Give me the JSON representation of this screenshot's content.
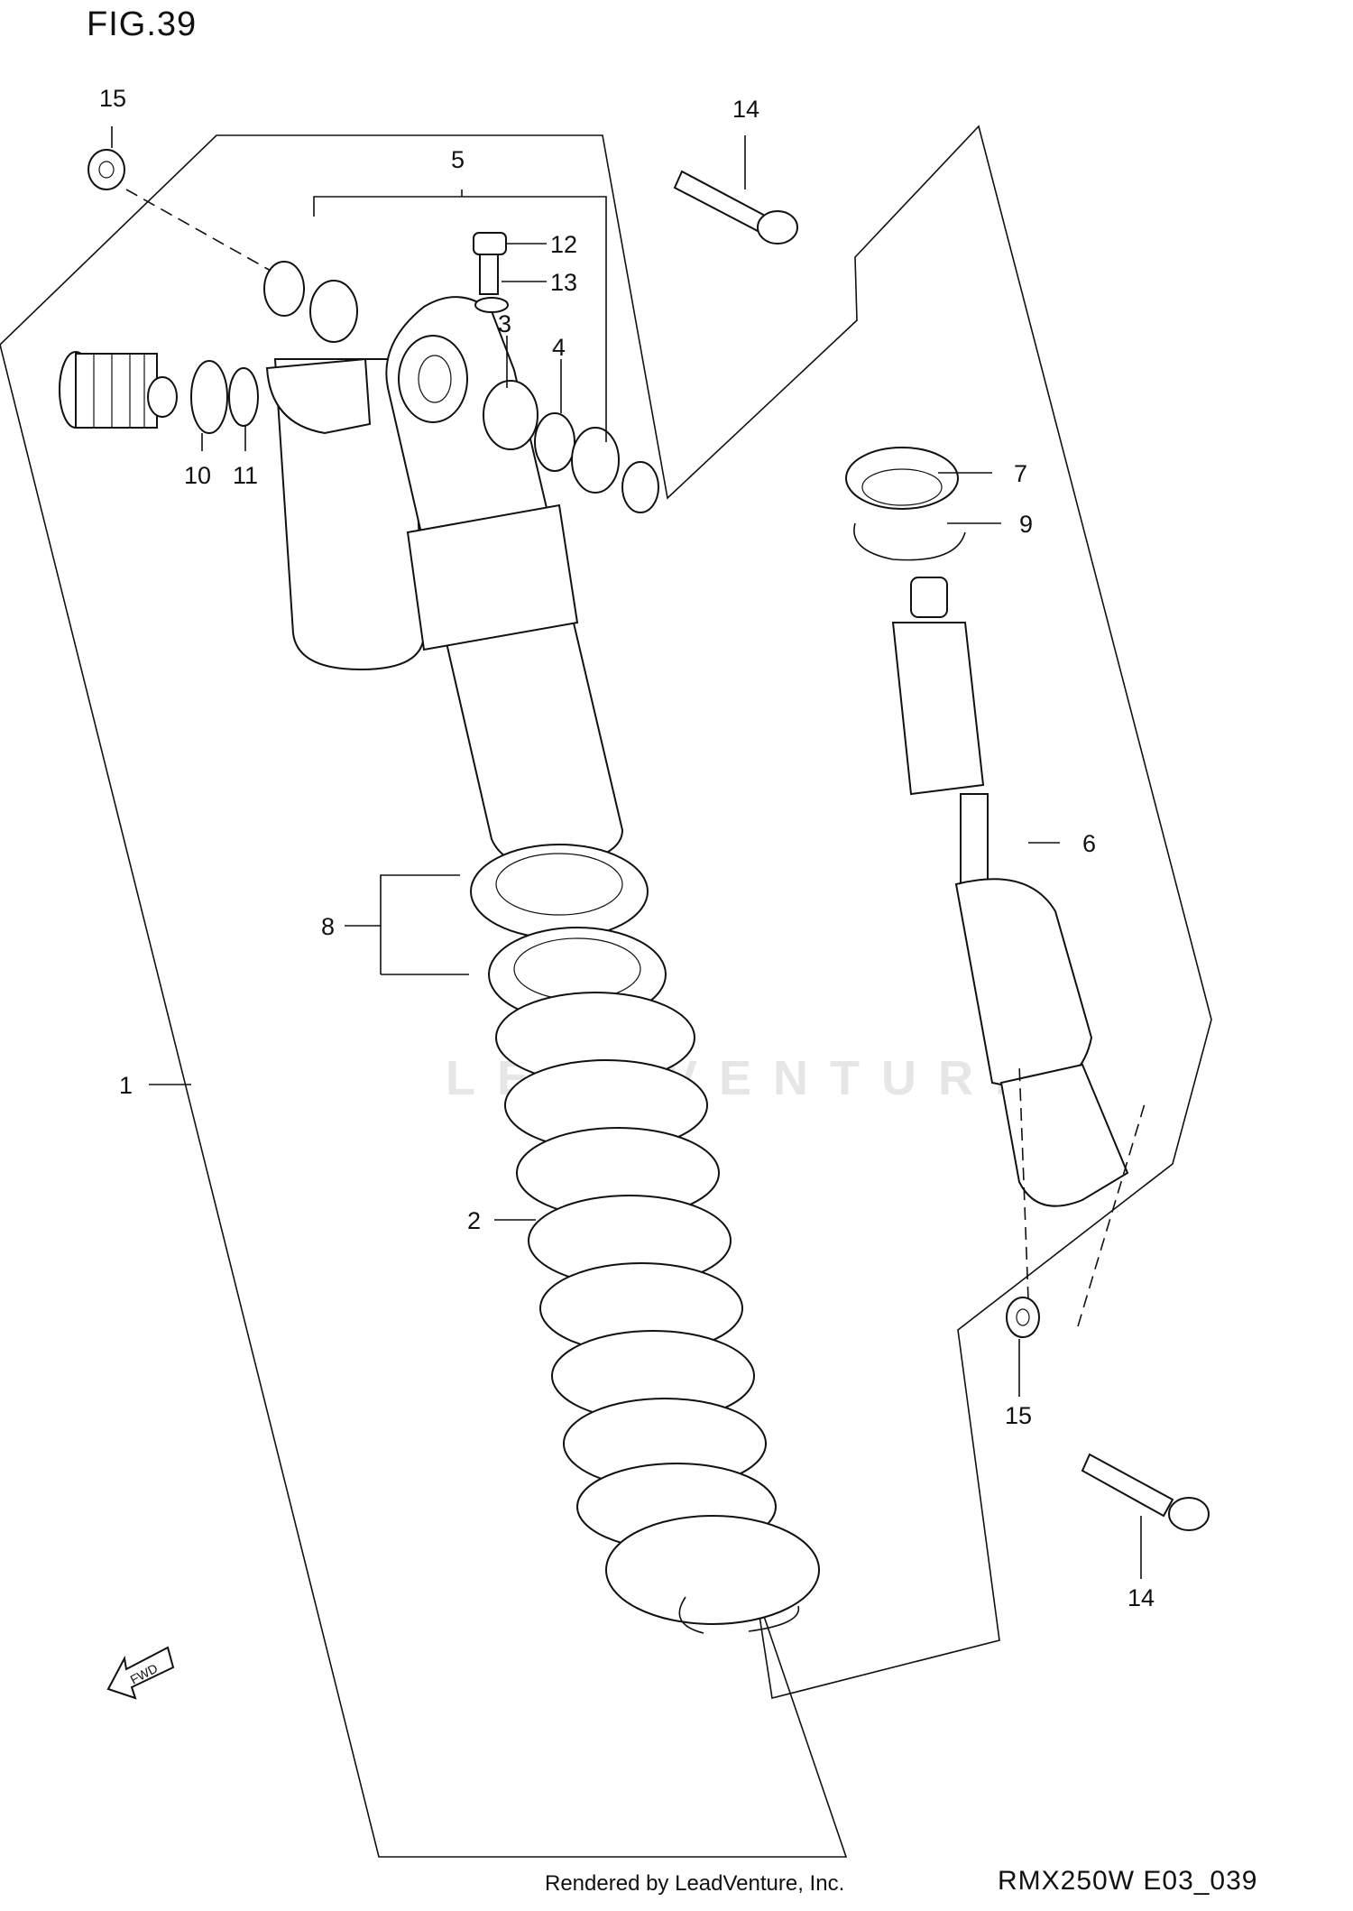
{
  "figure": {
    "title": "FIG.39",
    "watermark": "LEADVENTURE",
    "rendered_by": "Rendered by LeadVenture, Inc.",
    "diagram_code": "RMX250W E03_039",
    "fwd_label": "FWD"
  },
  "callouts": [
    {
      "id": "c1",
      "text": "1"
    },
    {
      "id": "c2",
      "text": "2"
    },
    {
      "id": "c3",
      "text": "3"
    },
    {
      "id": "c4",
      "text": "4"
    },
    {
      "id": "c5",
      "text": "5"
    },
    {
      "id": "c6",
      "text": "6"
    },
    {
      "id": "c7",
      "text": "7"
    },
    {
      "id": "c8",
      "text": "8"
    },
    {
      "id": "c9",
      "text": "9"
    },
    {
      "id": "c10",
      "text": "10"
    },
    {
      "id": "c11",
      "text": "11"
    },
    {
      "id": "c12",
      "text": "12"
    },
    {
      "id": "c13",
      "text": "13"
    },
    {
      "id": "c14a",
      "text": "14"
    },
    {
      "id": "c14b",
      "text": "14"
    },
    {
      "id": "c15a",
      "text": "15"
    },
    {
      "id": "c15b",
      "text": "15"
    }
  ]
}
